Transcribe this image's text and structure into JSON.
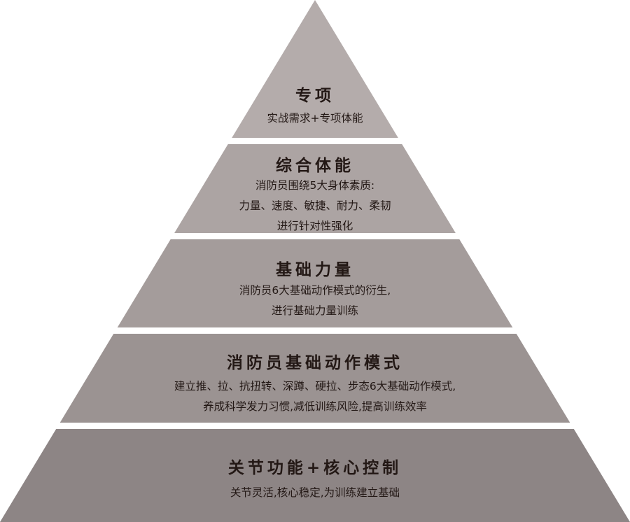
{
  "layers": [
    {
      "title": "专项",
      "lines": [
        "实战需求+专项体能"
      ],
      "color": "#b4acab"
    },
    {
      "title": "综合体能",
      "lines": [
        "消防员围绕5大身体素质:",
        "力量、速度、敏捷、耐力、柔韧",
        "进行针对性强化"
      ],
      "color": "#aca4a3"
    },
    {
      "title": "基础力量",
      "lines": [
        "消防员6大基础动作模式的衍生,",
        "进行基础力量训练"
      ],
      "color": "#a49c9b"
    },
    {
      "title": "消防员基础动作模式",
      "lines": [
        "建立推、拉、抗扭转、深蹲、硬拉、步态6大基础动作模式,",
        "养成科学发力习惯,减低训练风险,提高训练效率"
      ],
      "color": "#9b9392"
    },
    {
      "title": "关节功能+核心控制",
      "lines": [
        "关节灵活,核心稳定,为训练建立基础"
      ],
      "color": "#8d8585"
    }
  ]
}
